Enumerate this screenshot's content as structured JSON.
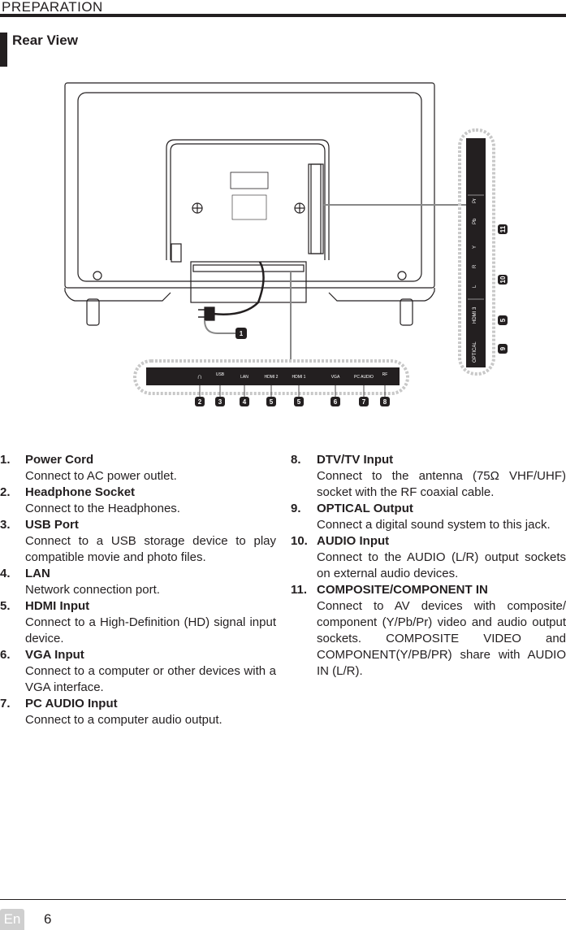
{
  "header": {
    "title": "PREPARATION"
  },
  "section": {
    "title": "Rear View"
  },
  "diagram": {
    "back_labels": [
      "USB",
      "LAN",
      "HDMI 2",
      "HDMI 1",
      "VGA",
      "PC AUDIO",
      "RF"
    ],
    "side_labels": [
      "OPTICAL",
      "HDMI 3",
      "L",
      "R",
      "Y",
      "Pb",
      "Pr"
    ],
    "callouts_bottom": [
      "2",
      "3",
      "4",
      "5",
      "5",
      "6",
      "7",
      "8"
    ],
    "callouts_side": [
      "9",
      "5",
      "10",
      "11"
    ],
    "callout_cord": "1"
  },
  "items_left": [
    {
      "num": "1.",
      "title": "Power Cord",
      "desc": "Connect to AC power outlet."
    },
    {
      "num": "2.",
      "title": "Headphone Socket",
      "desc": "Connect to the Headphones."
    },
    {
      "num": "3.",
      "title": "USB Port",
      "desc": "Connect to a USB storage device to play compatible movie and photo files."
    },
    {
      "num": "4.",
      "title": "LAN",
      "desc": "Network connection port."
    },
    {
      "num": "5.",
      "title": "HDMI Input",
      "desc": "Connect to a High-Definition (HD) signal input device."
    },
    {
      "num": "6.",
      "title": "VGA Input",
      "desc": "Connect to a computer or other devices with a VGA interface."
    },
    {
      "num": "7.",
      "title": "PC AUDIO Input",
      "desc": "Connect to a computer audio output."
    }
  ],
  "items_right": [
    {
      "num": "8.",
      "title": "DTV/TV Input",
      "desc": "Connect to the antenna (75Ω VHF/UHF) socket with the RF coaxial cable."
    },
    {
      "num": "9.",
      "title": "OPTICAL Output",
      "desc": "Connect a digital sound system to this jack."
    },
    {
      "num": "10.",
      "title": "AUDIO Input",
      "desc": "Connect to the AUDIO (L/R) output sockets on external audio devices."
    },
    {
      "num": "11.",
      "title": "COMPOSITE/COMPONENT IN",
      "desc": "Connect to AV devices with composite/ component (Y/Pb/Pr) video and audio output sockets. COMPOSITE VIDEO and COMPONENT(Y/PB/PR) share with  AUDIO IN (L/R)."
    }
  ],
  "footer": {
    "lang": "En",
    "page": "6"
  }
}
